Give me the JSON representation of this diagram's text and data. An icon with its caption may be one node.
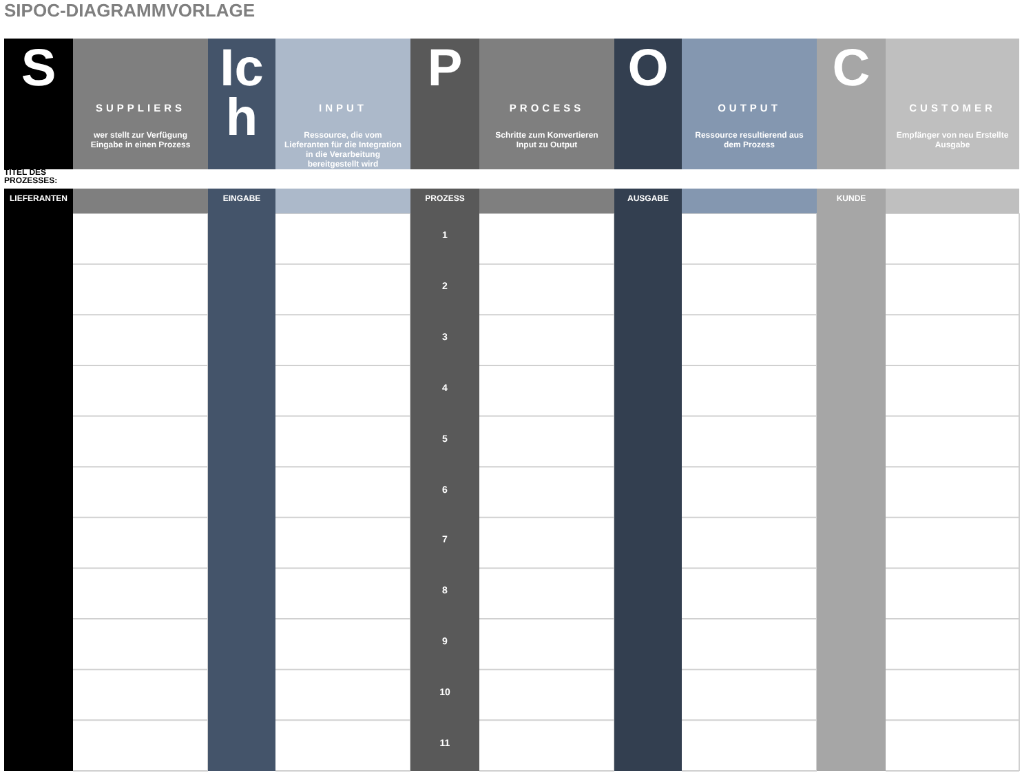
{
  "diagram": {
    "title": "SIPOC-DIAGRAMMVORLAGE",
    "labels": [
      "S",
      "SUPPLIERS",
      "wer stellt zur Verfügung Eingabe in einen Prozess",
      "Ic h",
      "INPUT",
      "Ressource, die vom Lieferanten für die Integration in die Verarbeitung bereitgestellt wird",
      "P",
      "PROCESS",
      "Schritte zum Konvertieren Input zu Output",
      "O",
      "OUTPUT",
      "Ressource resultierend aus dem Prozess",
      "C",
      "CUSTOMER",
      "Empfänger von neu Erstellte Ausgabe",
      "TITEL DES PROZESSES:",
      "LIEFERANTEN",
      "EINGABE",
      "PROZESS",
      "AUSGABE",
      "KUNDE",
      "1",
      "2",
      "3",
      "4",
      "5",
      "6",
      "7",
      "8",
      "9",
      "10",
      "11"
    ]
  }
}
